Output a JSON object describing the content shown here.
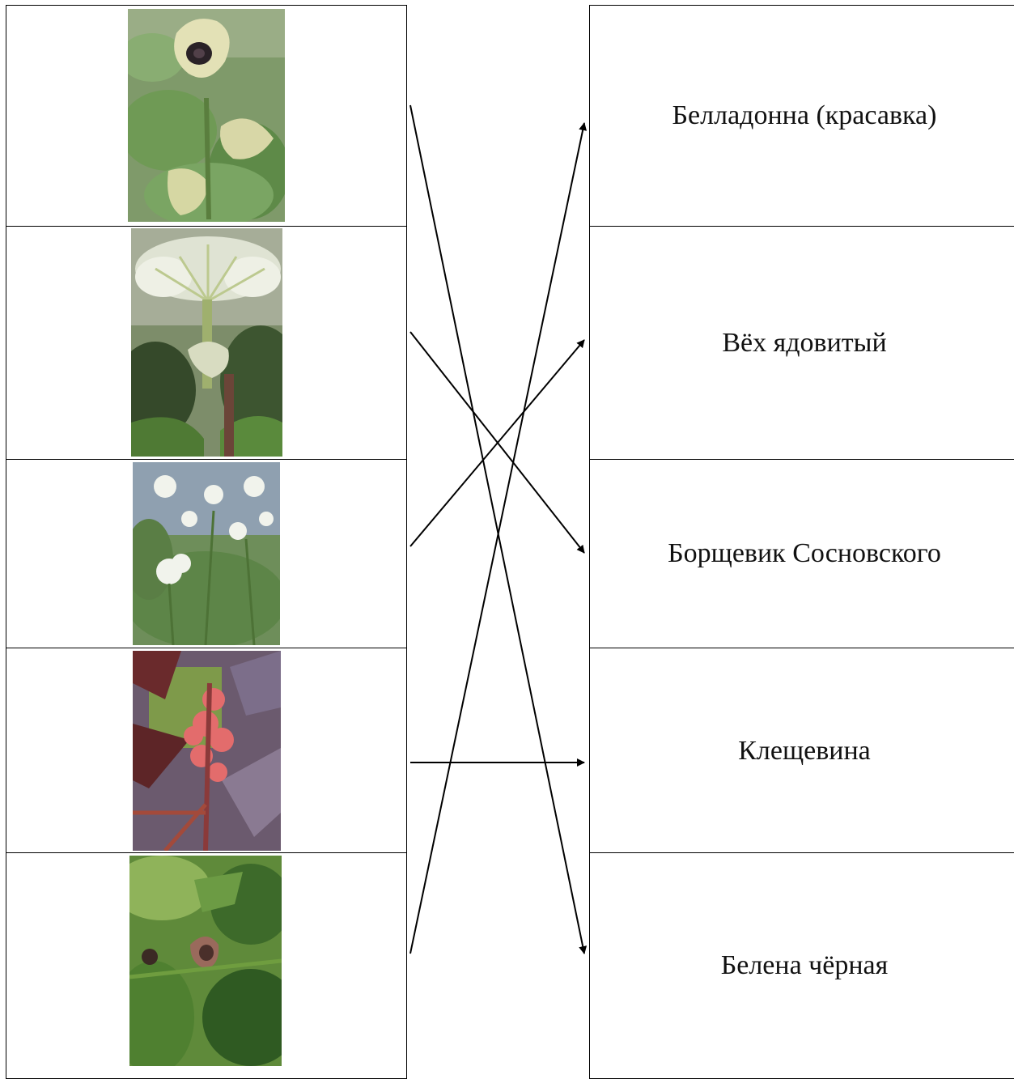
{
  "left_images": [
    {
      "plant": "henbane-flower-image"
    },
    {
      "plant": "hogweed-umbel-image"
    },
    {
      "plant": "water-hemlock-image"
    },
    {
      "plant": "castor-bean-image"
    },
    {
      "plant": "belladonna-flower-image"
    }
  ],
  "right_labels": [
    "Белладонна (красавка)",
    "Вёх ядовитый",
    "Борщевик Сосновского",
    "Клещевина",
    "Белена чёрная"
  ],
  "matches": [
    {
      "from": 1,
      "to": 5
    },
    {
      "from": 2,
      "to": 3
    },
    {
      "from": 3,
      "to": 2
    },
    {
      "from": 4,
      "to": 4
    },
    {
      "from": 5,
      "to": 1
    }
  ]
}
